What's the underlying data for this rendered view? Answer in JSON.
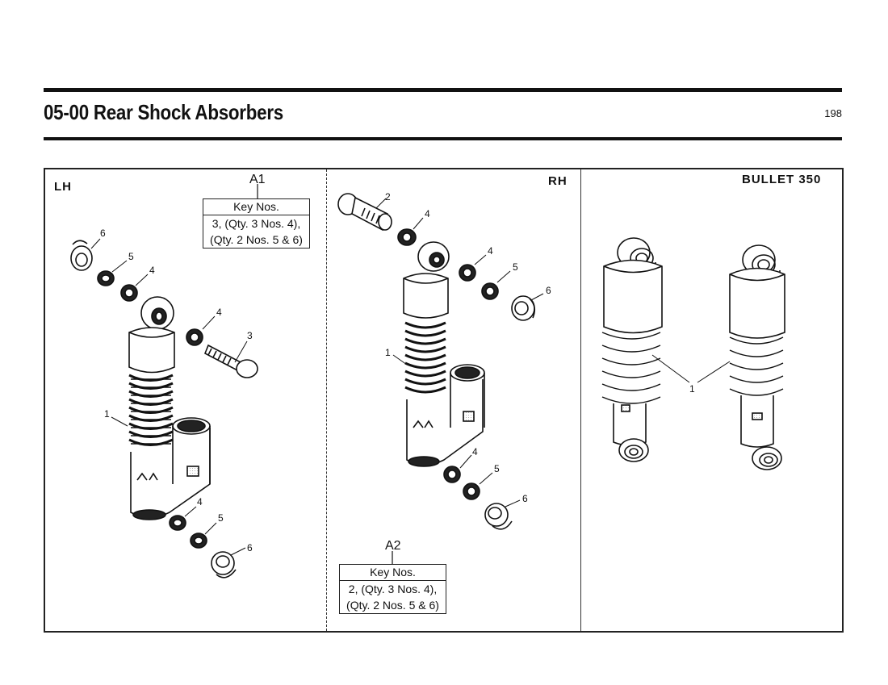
{
  "header": {
    "title": "05-00 Rear Shock Absorbers",
    "page_number": "198"
  },
  "panels": {
    "lh": {
      "label": "LH",
      "ref": "A1",
      "key_header": "Key Nos.",
      "key_lines": [
        "3, (Qty. 3 Nos. 4),",
        "(Qty. 2 Nos. 5 & 6)"
      ],
      "callouts": [
        "6",
        "5",
        "4",
        "4",
        "3",
        "1",
        "4",
        "5",
        "6"
      ]
    },
    "rh": {
      "label": "RH",
      "ref": "A2",
      "key_header": "Key Nos.",
      "key_lines": [
        "2, (Qty. 3 Nos. 4),",
        "(Qty. 2 Nos. 5 & 6)"
      ],
      "callouts": [
        "2",
        "4",
        "4",
        "5",
        "6",
        "1",
        "4",
        "5",
        "6"
      ]
    },
    "bullet": {
      "label": "BULLET 350",
      "callouts": [
        "1"
      ]
    }
  }
}
